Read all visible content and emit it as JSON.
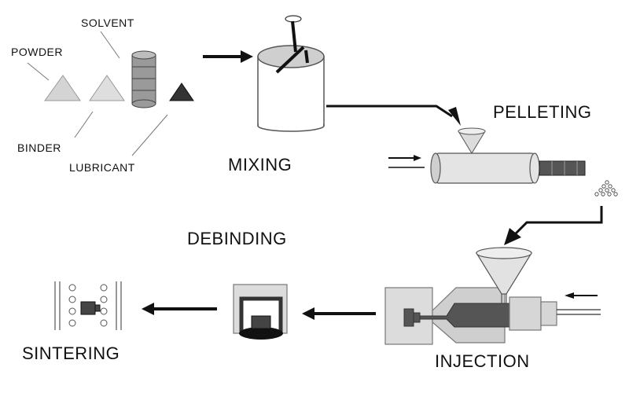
{
  "materials": {
    "powder": "POWDER",
    "solvent": "SOLVENT",
    "binder": "BINDER",
    "lubricant": "LUBRICANT"
  },
  "stages": {
    "mixing": "MIXING",
    "pelleting": "PELLETING",
    "debinding": "DEBINDING",
    "injection": "INJECTION",
    "sintering": "SINTERING"
  }
}
